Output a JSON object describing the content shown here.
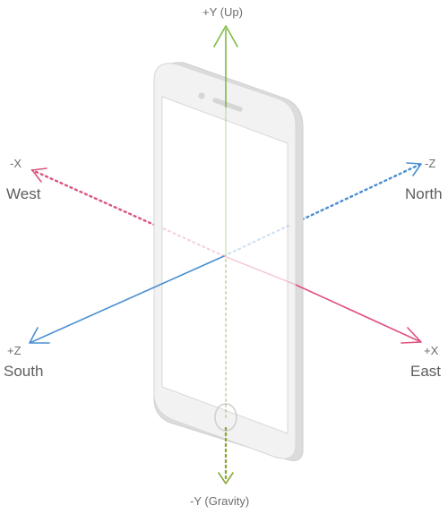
{
  "axes": {
    "y_positive": {
      "label": "+Y (Up)",
      "color": "#7dbb42"
    },
    "y_negative": {
      "label": "-Y (Gravity)",
      "color": "#8aa83a"
    },
    "x_negative": {
      "label": "-X",
      "direction": "West",
      "color": "#d9557e"
    },
    "x_positive": {
      "label": "+X",
      "direction": "East",
      "color": "#e2507d"
    },
    "z_negative": {
      "label": "-Z",
      "direction": "North",
      "color": "#4a8fd1"
    },
    "z_positive": {
      "label": "+Z",
      "direction": "South",
      "color": "#4a8fd1"
    }
  },
  "device": {
    "body_color": "#f2f2f2",
    "edge_color": "#dcdcdc",
    "screen_color": "#ffffff"
  }
}
